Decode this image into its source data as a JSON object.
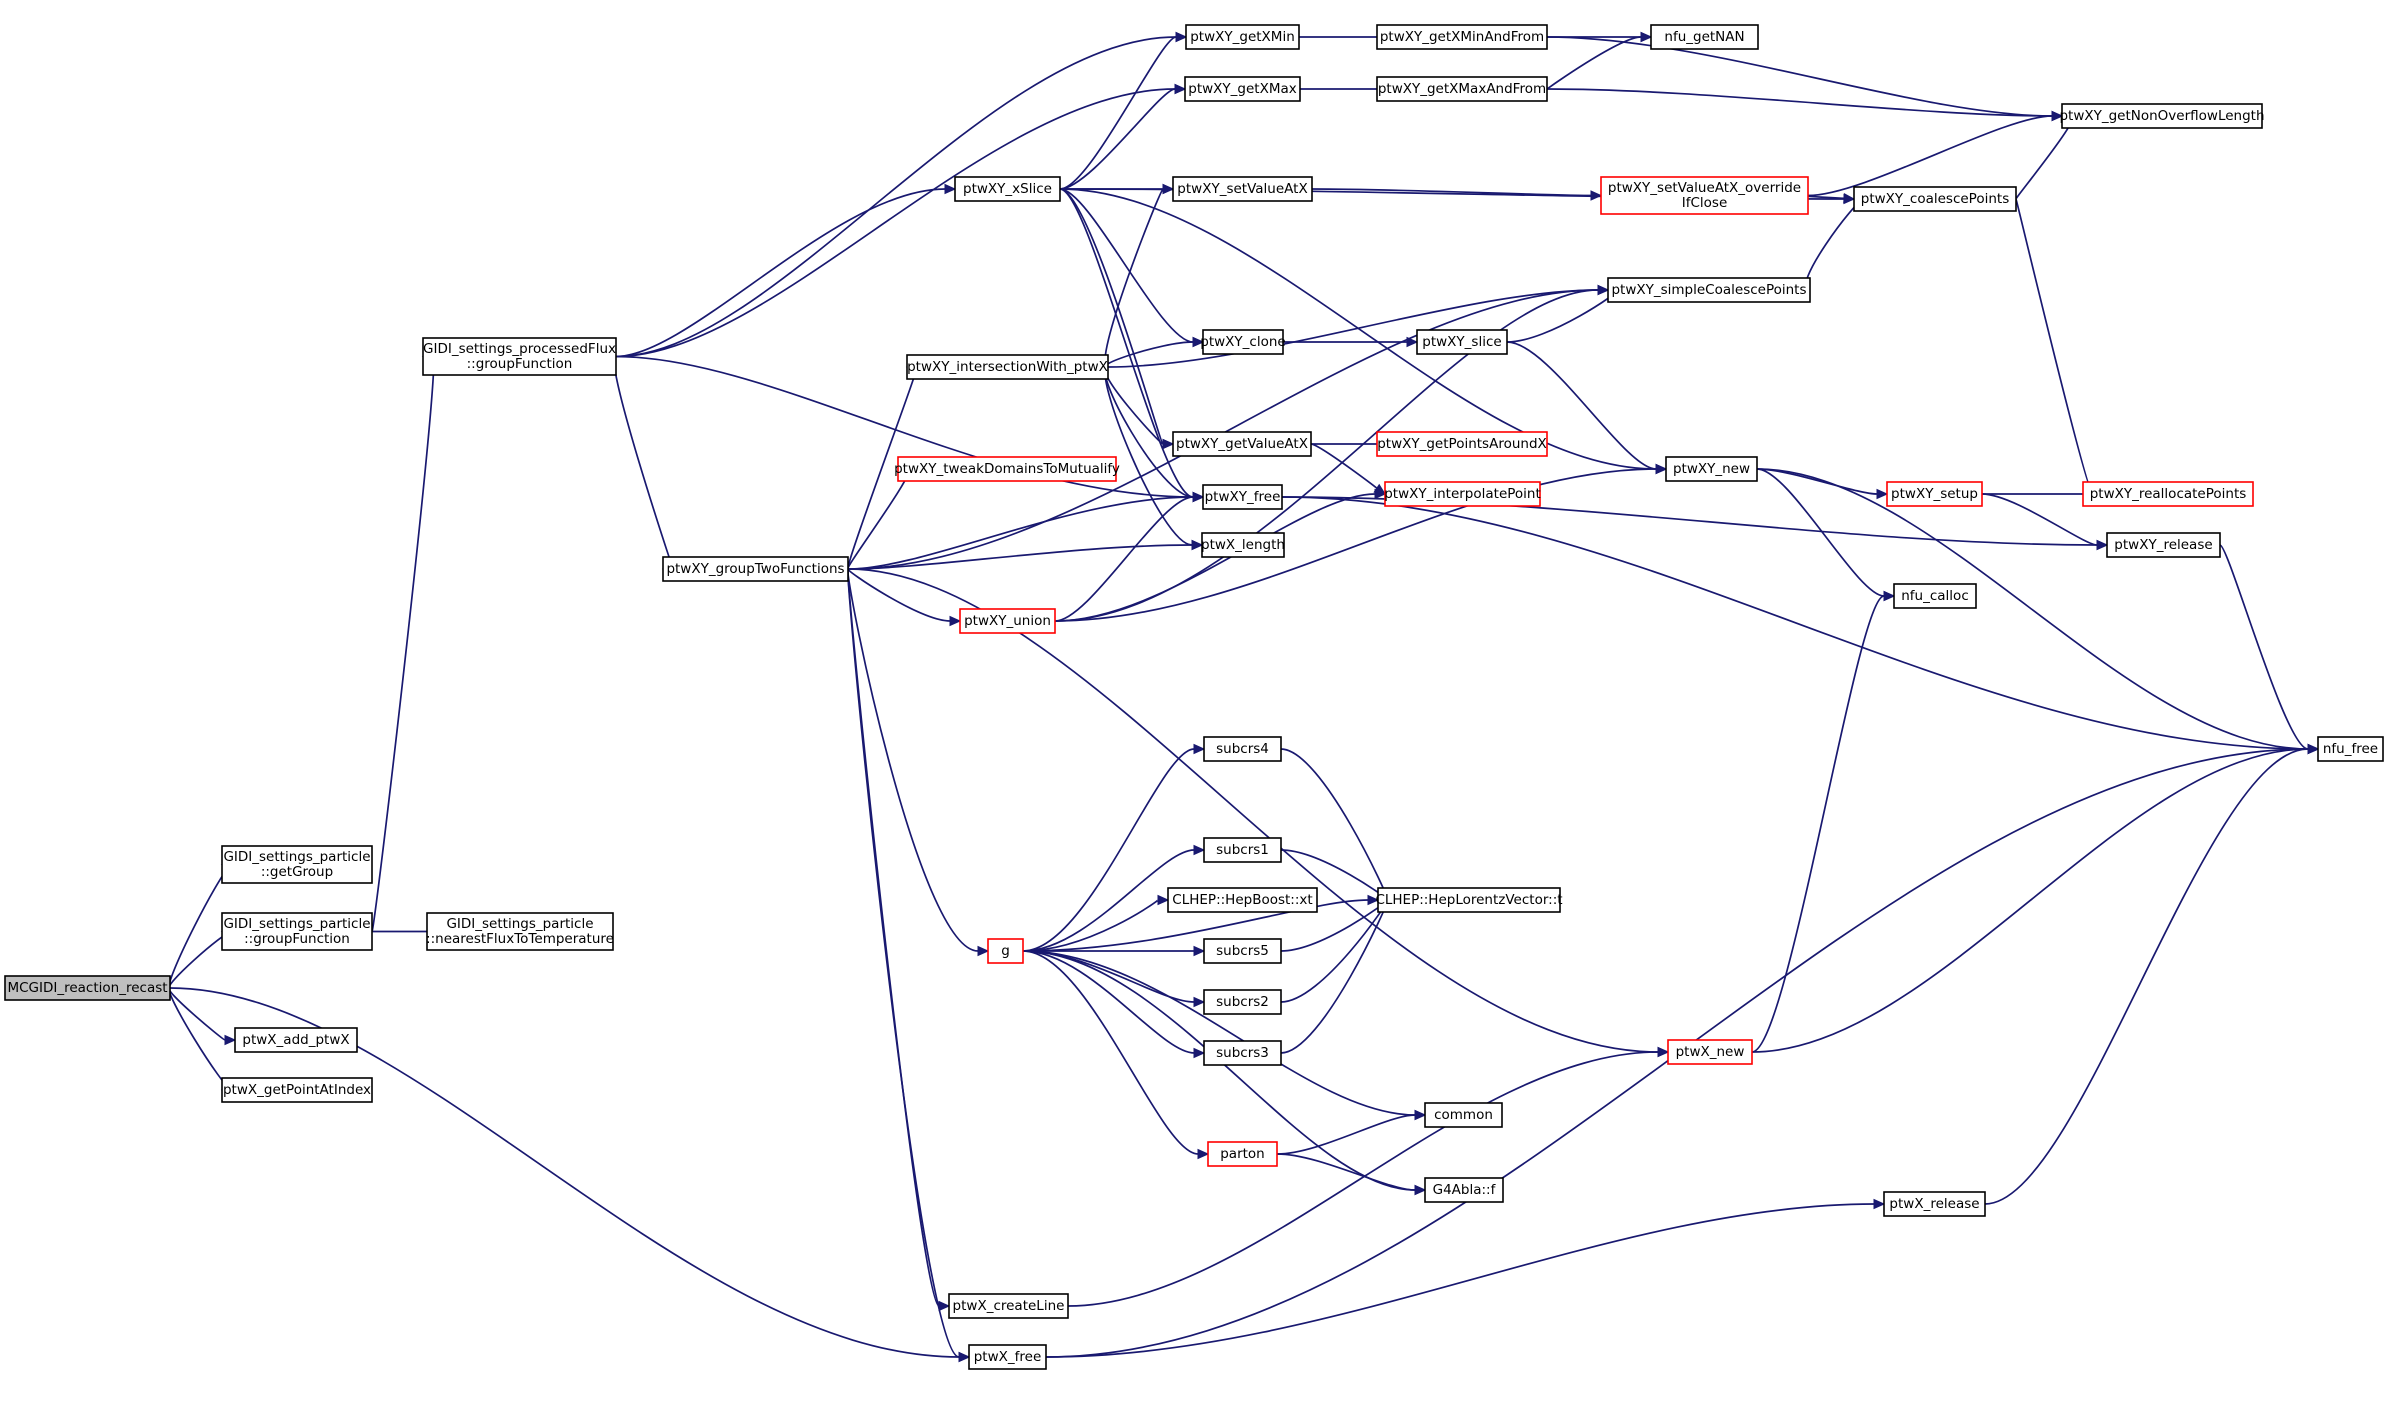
{
  "graph": {
    "colors": {
      "edge": "#191970",
      "border_default": "#000000",
      "border_truncated": "#ff0000",
      "fill_root": "#bfbfbf",
      "fill_default": "#ffffff"
    },
    "nodes": [
      {
        "id": "recast",
        "lines": [
          "MCGIDI_reaction_recast"
        ],
        "style": "root"
      },
      {
        "id": "getGroup",
        "lines": [
          "GIDI_settings_particle",
          "::getGroup"
        ],
        "style": "black"
      },
      {
        "id": "pGroupFunction",
        "lines": [
          "GIDI_settings_particle",
          "::groupFunction"
        ],
        "style": "black"
      },
      {
        "id": "nearestFlux",
        "lines": [
          "GIDI_settings_particle",
          "::nearestFluxToTemperature"
        ],
        "style": "black"
      },
      {
        "id": "procFlux",
        "lines": [
          "GIDI_settings_processedFlux",
          "::groupFunction"
        ],
        "style": "black"
      },
      {
        "id": "ptwX_add",
        "lines": [
          "ptwX_add_ptwX"
        ],
        "style": "black"
      },
      {
        "id": "ptwX_getPoint",
        "lines": [
          "ptwX_getPointAtIndex"
        ],
        "style": "black"
      },
      {
        "id": "groupTwo",
        "lines": [
          "ptwXY_groupTwoFunctions"
        ],
        "style": "black"
      },
      {
        "id": "xSlice",
        "lines": [
          "ptwXY_xSlice"
        ],
        "style": "black"
      },
      {
        "id": "intersect",
        "lines": [
          "ptwXY_intersectionWith_ptwX"
        ],
        "style": "black"
      },
      {
        "id": "tweak",
        "lines": [
          "ptwXY_tweakDomainsToMutualify"
        ],
        "style": "red"
      },
      {
        "id": "union",
        "lines": [
          "ptwXY_union"
        ],
        "style": "red"
      },
      {
        "id": "g",
        "lines": [
          "g"
        ],
        "style": "red"
      },
      {
        "id": "ptwX_createLine",
        "lines": [
          "ptwX_createLine"
        ],
        "style": "black"
      },
      {
        "id": "ptwX_free",
        "lines": [
          "ptwX_free"
        ],
        "style": "black"
      },
      {
        "id": "getXMin",
        "lines": [
          "ptwXY_getXMin"
        ],
        "style": "black"
      },
      {
        "id": "getXMax",
        "lines": [
          "ptwXY_getXMax"
        ],
        "style": "black"
      },
      {
        "id": "setValueAtX",
        "lines": [
          "ptwXY_setValueAtX"
        ],
        "style": "black"
      },
      {
        "id": "clone",
        "lines": [
          "ptwXY_clone"
        ],
        "style": "black"
      },
      {
        "id": "getValueAtX",
        "lines": [
          "ptwXY_getValueAtX"
        ],
        "style": "black"
      },
      {
        "id": "xyFree",
        "lines": [
          "ptwXY_free"
        ],
        "style": "black"
      },
      {
        "id": "ptwX_length",
        "lines": [
          "ptwX_length"
        ],
        "style": "black"
      },
      {
        "id": "subcrs4",
        "lines": [
          "subcrs4"
        ],
        "style": "black"
      },
      {
        "id": "subcrs1",
        "lines": [
          "subcrs1"
        ],
        "style": "black"
      },
      {
        "id": "hepBoost",
        "lines": [
          "CLHEP::HepBoost::xt"
        ],
        "style": "black"
      },
      {
        "id": "subcrs5",
        "lines": [
          "subcrs5"
        ],
        "style": "black"
      },
      {
        "id": "subcrs2",
        "lines": [
          "subcrs2"
        ],
        "style": "black"
      },
      {
        "id": "subcrs3",
        "lines": [
          "subcrs3"
        ],
        "style": "black"
      },
      {
        "id": "parton",
        "lines": [
          "parton"
        ],
        "style": "red"
      },
      {
        "id": "getXMinFrom",
        "lines": [
          "ptwXY_getXMinAndFrom"
        ],
        "style": "black"
      },
      {
        "id": "getXMaxFrom",
        "lines": [
          "ptwXY_getXMaxAndFrom"
        ],
        "style": "black"
      },
      {
        "id": "xySlice",
        "lines": [
          "ptwXY_slice"
        ],
        "style": "black"
      },
      {
        "id": "getPointsAround",
        "lines": [
          "ptwXY_getPointsAroundX"
        ],
        "style": "red"
      },
      {
        "id": "interpolatePoint",
        "lines": [
          "ptwXY_interpolatePoint"
        ],
        "style": "red"
      },
      {
        "id": "hepT",
        "lines": [
          "CLHEP::HepLorentzVector::t"
        ],
        "style": "black"
      },
      {
        "id": "common",
        "lines": [
          "common"
        ],
        "style": "black"
      },
      {
        "id": "g4abla",
        "lines": [
          "G4Abla::f"
        ],
        "style": "black"
      },
      {
        "id": "nfuNAN",
        "lines": [
          "nfu_getNAN"
        ],
        "style": "black"
      },
      {
        "id": "setValueOverride",
        "lines": [
          "ptwXY_setValueAtX_override",
          "IfClose"
        ],
        "style": "red"
      },
      {
        "id": "simpleCoalesce",
        "lines": [
          "ptwXY_simpleCoalescePoints"
        ],
        "style": "black"
      },
      {
        "id": "xyNew",
        "lines": [
          "ptwXY_new"
        ],
        "style": "black"
      },
      {
        "id": "ptwX_new",
        "lines": [
          "ptwX_new"
        ],
        "style": "red"
      },
      {
        "id": "ptwX_release",
        "lines": [
          "ptwX_release"
        ],
        "style": "black"
      },
      {
        "id": "coalesce",
        "lines": [
          "ptwXY_coalescePoints"
        ],
        "style": "black"
      },
      {
        "id": "xySetup",
        "lines": [
          "ptwXY_setup"
        ],
        "style": "red"
      },
      {
        "id": "nfuCalloc",
        "lines": [
          "nfu_calloc"
        ],
        "style": "black"
      },
      {
        "id": "nonOverflow",
        "lines": [
          "ptwXY_getNonOverflowLength"
        ],
        "style": "black"
      },
      {
        "id": "reallocate",
        "lines": [
          "ptwXY_reallocatePoints"
        ],
        "style": "red"
      },
      {
        "id": "xyRelease",
        "lines": [
          "ptwXY_release"
        ],
        "style": "black"
      },
      {
        "id": "nfuFree",
        "lines": [
          "nfu_free"
        ],
        "style": "black"
      }
    ],
    "edges": [
      [
        "recast",
        "getGroup"
      ],
      [
        "recast",
        "pGroupFunction"
      ],
      [
        "recast",
        "ptwX_add"
      ],
      [
        "recast",
        "ptwX_getPoint"
      ],
      [
        "recast",
        "ptwX_free"
      ],
      [
        "pGroupFunction",
        "nearestFlux"
      ],
      [
        "pGroupFunction",
        "procFlux"
      ],
      [
        "procFlux",
        "getXMin"
      ],
      [
        "procFlux",
        "getXMax"
      ],
      [
        "procFlux",
        "xSlice"
      ],
      [
        "procFlux",
        "xyFree"
      ],
      [
        "procFlux",
        "groupTwo"
      ],
      [
        "groupTwo",
        "intersect"
      ],
      [
        "groupTwo",
        "tweak"
      ],
      [
        "groupTwo",
        "xyFree"
      ],
      [
        "groupTwo",
        "ptwX_length"
      ],
      [
        "groupTwo",
        "union"
      ],
      [
        "groupTwo",
        "g"
      ],
      [
        "groupTwo",
        "simpleCoalesce"
      ],
      [
        "groupTwo",
        "ptwX_new"
      ],
      [
        "groupTwo",
        "ptwX_createLine"
      ],
      [
        "groupTwo",
        "ptwX_free"
      ],
      [
        "xSlice",
        "getXMin"
      ],
      [
        "xSlice",
        "getXMax"
      ],
      [
        "xSlice",
        "setValueAtX"
      ],
      [
        "xSlice",
        "coalesce"
      ],
      [
        "xSlice",
        "clone"
      ],
      [
        "xSlice",
        "getValueAtX"
      ],
      [
        "xSlice",
        "xyFree"
      ],
      [
        "xSlice",
        "xyNew"
      ],
      [
        "intersect",
        "setValueAtX"
      ],
      [
        "intersect",
        "simpleCoalesce"
      ],
      [
        "intersect",
        "clone"
      ],
      [
        "intersect",
        "getValueAtX"
      ],
      [
        "intersect",
        "xyFree"
      ],
      [
        "intersect",
        "ptwX_length"
      ],
      [
        "union",
        "xyFree"
      ],
      [
        "union",
        "interpolatePoint"
      ],
      [
        "union",
        "simpleCoalesce"
      ],
      [
        "union",
        "xyNew"
      ],
      [
        "g",
        "subcrs4"
      ],
      [
        "g",
        "hepT"
      ],
      [
        "g",
        "subcrs1"
      ],
      [
        "g",
        "hepBoost"
      ],
      [
        "g",
        "subcrs5"
      ],
      [
        "g",
        "subcrs2"
      ],
      [
        "g",
        "subcrs3"
      ],
      [
        "g",
        "common"
      ],
      [
        "g",
        "parton"
      ],
      [
        "g",
        "g4abla"
      ],
      [
        "subcrs4",
        "hepT"
      ],
      [
        "subcrs1",
        "hepT"
      ],
      [
        "subcrs5",
        "hepT"
      ],
      [
        "subcrs2",
        "hepT"
      ],
      [
        "subcrs3",
        "hepT"
      ],
      [
        "parton",
        "common"
      ],
      [
        "parton",
        "g4abla"
      ],
      [
        "ptwX_createLine",
        "ptwX_new"
      ],
      [
        "ptwX_free",
        "ptwX_release"
      ],
      [
        "ptwX_free",
        "nfuFree"
      ],
      [
        "getXMin",
        "getXMinFrom"
      ],
      [
        "getXMax",
        "getXMaxFrom"
      ],
      [
        "getXMinFrom",
        "nfuNAN"
      ],
      [
        "getXMinFrom",
        "nonOverflow"
      ],
      [
        "getXMaxFrom",
        "nfuNAN"
      ],
      [
        "getXMaxFrom",
        "nonOverflow"
      ],
      [
        "setValueAtX",
        "setValueOverride"
      ],
      [
        "setValueOverride",
        "nonOverflow"
      ],
      [
        "setValueOverride",
        "coalesce"
      ],
      [
        "coalesce",
        "nonOverflow"
      ],
      [
        "coalesce",
        "reallocate"
      ],
      [
        "simpleCoalesce",
        "coalesce"
      ],
      [
        "clone",
        "xySlice"
      ],
      [
        "xySlice",
        "simpleCoalesce"
      ],
      [
        "xySlice",
        "xyNew"
      ],
      [
        "getValueAtX",
        "getPointsAround"
      ],
      [
        "getValueAtX",
        "interpolatePoint"
      ],
      [
        "xyFree",
        "xyRelease"
      ],
      [
        "xyFree",
        "nfuFree"
      ],
      [
        "xyNew",
        "nfuFree"
      ],
      [
        "xyNew",
        "xySetup"
      ],
      [
        "xyNew",
        "nfuCalloc"
      ],
      [
        "xySetup",
        "reallocate"
      ],
      [
        "xySetup",
        "xyRelease"
      ],
      [
        "xyRelease",
        "nfuFree"
      ],
      [
        "ptwX_new",
        "nfuCalloc"
      ],
      [
        "ptwX_new",
        "nfuFree"
      ],
      [
        "ptwX_release",
        "nfuFree"
      ]
    ]
  }
}
